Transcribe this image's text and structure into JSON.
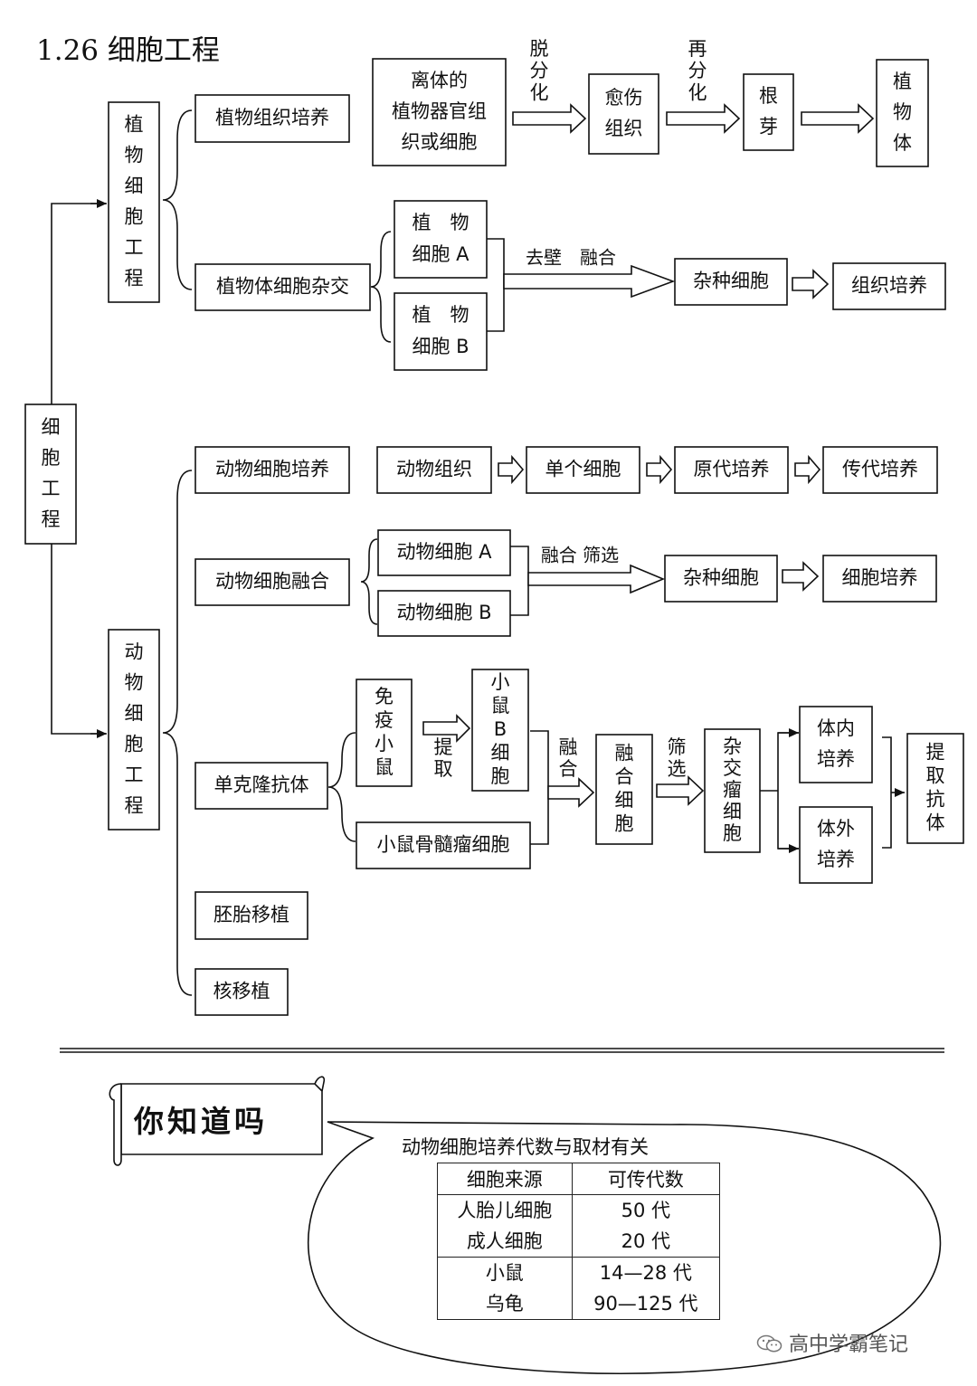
{
  "title": "1.26 细胞工程",
  "root": "细胞工程",
  "plant": {
    "branch": "植物细胞工程",
    "tissue_culture": {
      "label": "植物组织培养",
      "chain": [
        "离体的植物器官组织或细胞",
        "愈伤组织",
        "根芽",
        "植物体"
      ],
      "arrow_labels": [
        "脱分化",
        "再分化"
      ]
    },
    "hybridization": {
      "label": "植物体细胞杂交",
      "cell_a": "植物细胞 A",
      "cell_b": "植物细胞 B",
      "process_label": "去壁　融合",
      "chain": [
        "杂种细胞",
        "组织培养"
      ]
    }
  },
  "animal": {
    "branch": "动物细胞工程",
    "cell_culture": {
      "label": "动物细胞培养",
      "chain": [
        "动物组织",
        "单个细胞",
        "原代培养",
        "传代培养"
      ]
    },
    "cell_fusion": {
      "label": "动物细胞融合",
      "cell_a": "动物细胞 A",
      "cell_b": "动物细胞 B",
      "process_label": "融合 筛选",
      "chain": [
        "杂种细胞",
        "细胞培养"
      ]
    },
    "monoclonal": {
      "label": "单克隆抗体",
      "immune_mouse": "免疫小鼠",
      "extract": "提取",
      "b_cell": "小鼠B细胞",
      "myeloma": "小鼠骨髓瘤细胞",
      "fuse": "融合",
      "fused_cell": "融合细胞",
      "screen": "筛选",
      "hybridoma": "杂交瘤细胞",
      "in_vivo": "体内培养",
      "in_vitro": "体外培养",
      "antibody": "提取抗体"
    },
    "embryo_transfer": "胚胎移植",
    "nuclear_transfer": "核移植"
  },
  "did_you_know": {
    "banner": "你知道吗",
    "note_title": "动物细胞培养代数与取材有关",
    "table": {
      "headers": [
        "细胞来源",
        "可传代数"
      ],
      "groups": [
        {
          "sources": [
            "人胎儿细胞",
            "成人细胞"
          ],
          "counts": [
            "50 代",
            "20 代"
          ]
        },
        {
          "sources": [
            "小鼠",
            "乌龟"
          ],
          "counts": [
            "14—28 代",
            "90—125 代"
          ]
        }
      ]
    }
  },
  "watermark": "高中学霸笔记",
  "colors": {
    "ink": "#111111",
    "background": "#ffffff",
    "watermark": "#555555"
  },
  "icons": [
    "wechat-icon"
  ]
}
